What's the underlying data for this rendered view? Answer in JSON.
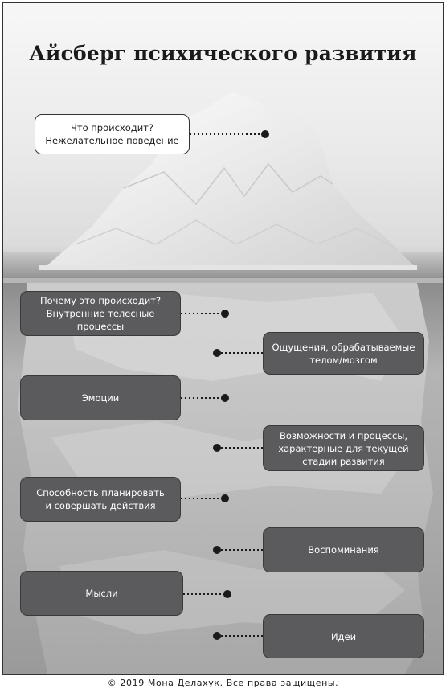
{
  "title": "Айсберг психического развития",
  "boxes": [
    {
      "id": "what",
      "text": "Что происходит?\nНежелательное поведение",
      "style": "light"
    },
    {
      "id": "why",
      "text": "Почему это происходит?\nВнутренние телесные процессы",
      "style": "dark"
    },
    {
      "id": "sensations",
      "text": "Ощущения, обрабатываемые\nтелом/мозгом",
      "style": "dark"
    },
    {
      "id": "emotions",
      "text": "Эмоции",
      "style": "dark"
    },
    {
      "id": "abilities",
      "text": "Возможности и процессы,\nхарактерные для текущей\nстадии развития",
      "style": "dark"
    },
    {
      "id": "planning",
      "text": "Способность планировать\nи совершать действия",
      "style": "dark"
    },
    {
      "id": "memories",
      "text": "Воспоминания",
      "style": "dark"
    },
    {
      "id": "thoughts",
      "text": "Мысли",
      "style": "dark"
    },
    {
      "id": "ideas",
      "text": "Идеи",
      "style": "dark"
    }
  ],
  "footer": "© 2019 Мона Делахук. Все права защищены."
}
